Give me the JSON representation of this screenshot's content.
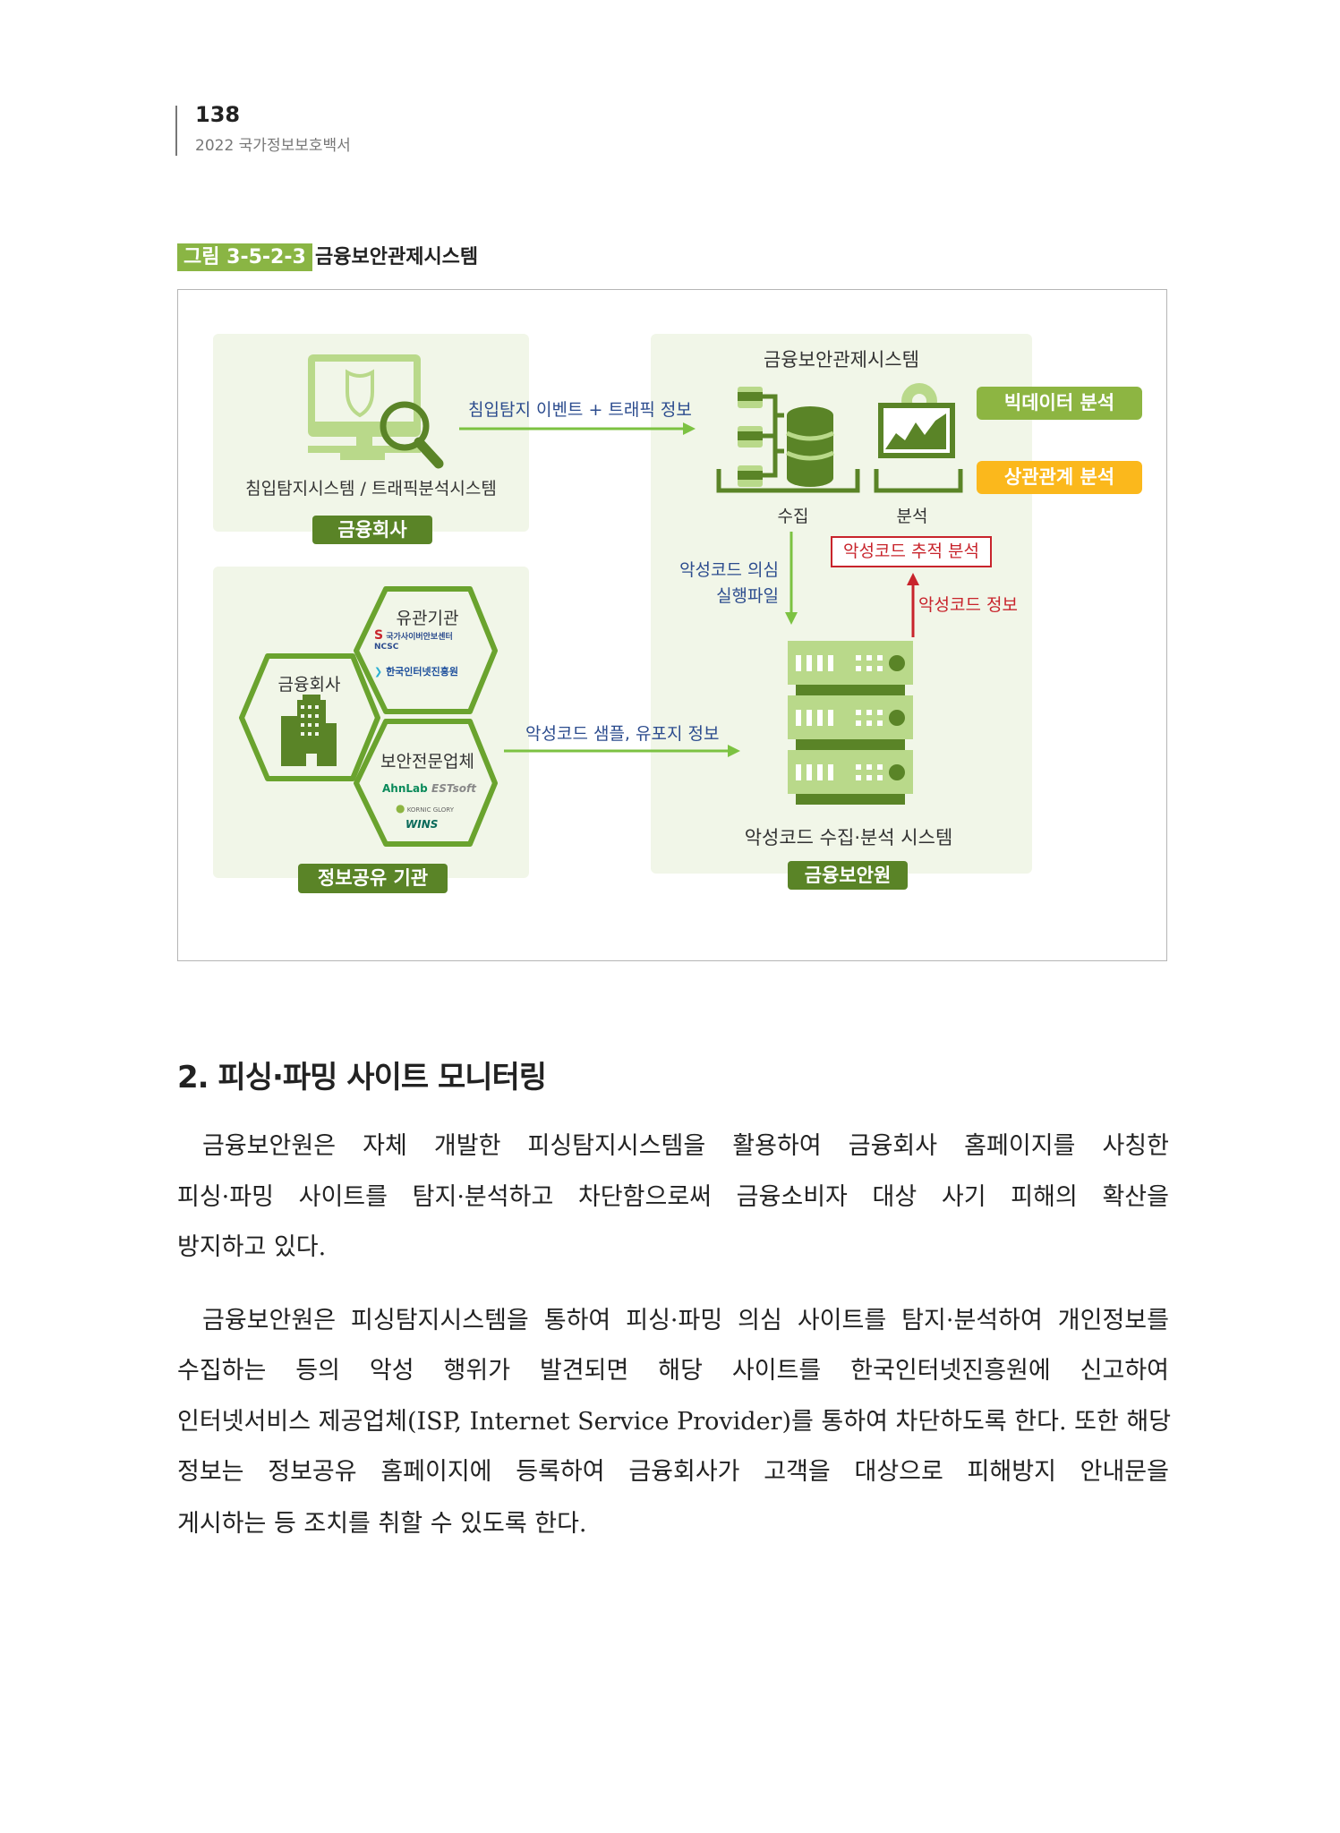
{
  "header": {
    "page_number": "138",
    "book_title": "2022 국가정보보호백서"
  },
  "figure": {
    "caption_label": "그림 3-5-2-3",
    "caption_title": "금융보안관제시스템",
    "ids_panel": {
      "system_label": "침입탐지시스템 / 트래픽분석시스템",
      "badge": "금융회사"
    },
    "arrow_ids": "침입탐지 이벤트 + 트래픽 정보",
    "control_panel": {
      "title": "금융보안관제시스템",
      "collect_label": "수집",
      "analysis_label": "분석",
      "bigdata_pill": "빅데이터 분석",
      "correlation_pill": "상관관계 분석",
      "suspect_label_1": "악성코드 의심",
      "suspect_label_2": "실행파일",
      "trace_box": "악성코드 추적 분석",
      "malware_info": "악성코드 정보",
      "server_label": "악성코드 수집·분석 시스템",
      "badge": "금융보안원"
    },
    "share_panel": {
      "hex_finance": "금융회사",
      "hex_agencies": "유관기관",
      "agency_logos": [
        "국가사이버안보센터",
        "NCSC",
        "한국인터넷진흥원"
      ],
      "hex_security": "보안전문업체",
      "security_logos": [
        "AhnLab",
        "ESTsoft",
        "KORNIC GLORY",
        "WINS"
      ],
      "badge": "정보공유 기관"
    },
    "arrow_share": "악성코드 샘플, 유포지 정보",
    "colors": {
      "dark_green": "#5a8427",
      "light_green": "#b9d98a",
      "arrow_green": "#7cc242",
      "bigdata": "#8db542",
      "correlation": "#fbb81c",
      "red": "#c8242c",
      "blue": "#2c4c8e"
    }
  },
  "section": {
    "heading": "2. 피싱·파밍 사이트 모니터링",
    "para1": [
      "금융보안원은 자체 개발한 피싱탐지시스템을 활용하여 금융회사 홈페이지를 사칭한",
      "피싱·파밍 사이트를 탐지·분석하고 차단함으로써 금융소비자 대상 사기 피해의 확산을",
      "방지하고 있다."
    ],
    "para2": [
      "금융보안원은 피싱탐지시스템을 통하여 피싱·파밍 의심 사이트를 탐지·분석하여 개인정보를",
      "수집하는 등의 악성 행위가 발견되면 해당 사이트를 한국인터넷진흥원에 신고하여",
      "인터넷서비스 제공업체(ISP, Internet Service Provider)를 통하여 차단하도록 한다. 또한 해당",
      "정보는 정보공유 홈페이지에 등록하여 금융회사가 고객을 대상으로 피해방지 안내문을",
      "게시하는 등 조치를 취할 수 있도록 한다."
    ]
  }
}
